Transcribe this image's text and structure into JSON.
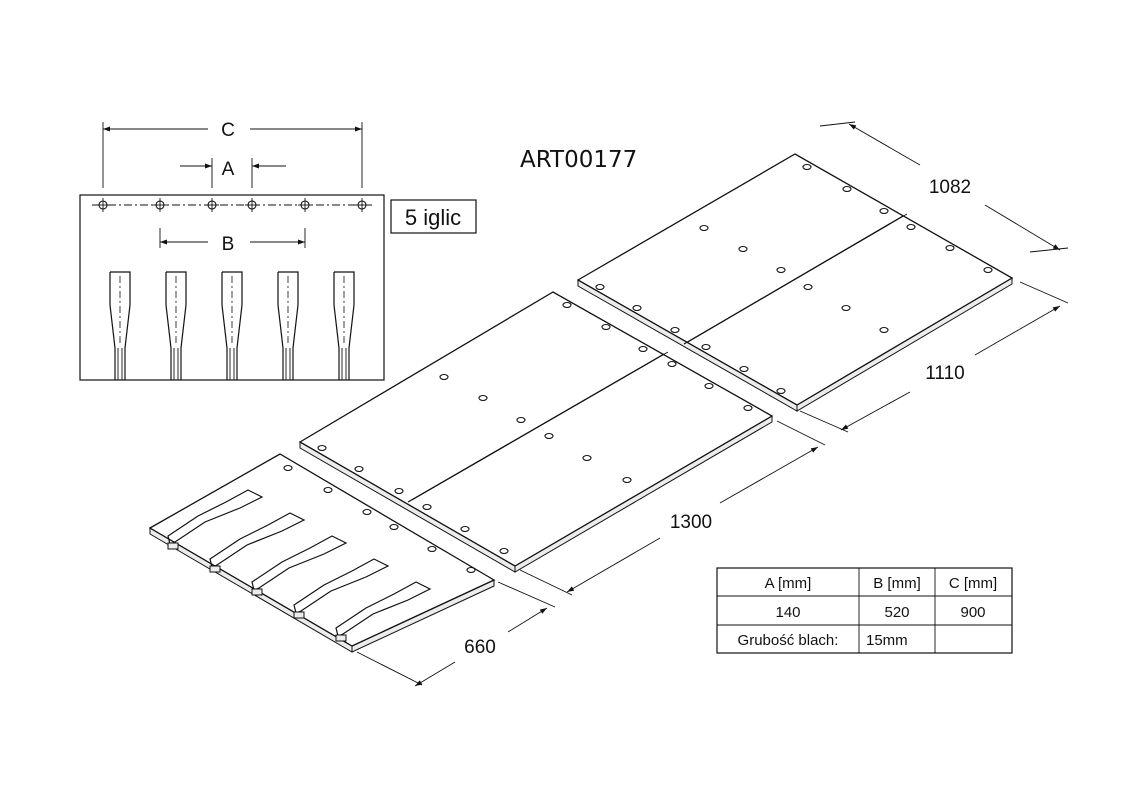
{
  "title": "ART00177",
  "needles_label": "5 iglic",
  "detail_dims": {
    "a": "A",
    "b": "B",
    "c": "C"
  },
  "plate_dims": {
    "d1082": "1082",
    "d1110": "1110",
    "d1300": "1300",
    "d660": "660"
  },
  "table": {
    "headers": [
      "A [mm]",
      "B [mm]",
      "C [mm]"
    ],
    "values": [
      "140",
      "520",
      "900"
    ],
    "thickness_label": "Grubość blach:",
    "thickness_value": "15mm"
  }
}
